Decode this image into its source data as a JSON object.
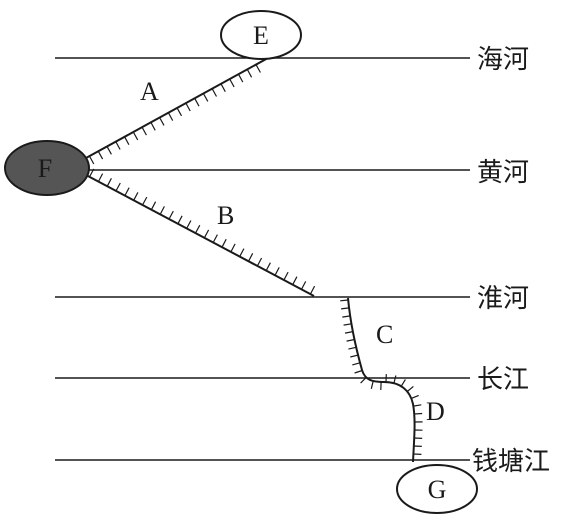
{
  "rivers": [
    "海河",
    "黄河",
    "淮河",
    "长江",
    "钱塘江"
  ],
  "nodes": {
    "E": {
      "label": "E",
      "fill": "#ffffff"
    },
    "F": {
      "label": "F",
      "fill": "#555555"
    },
    "G": {
      "label": "G",
      "fill": "#ffffff"
    }
  },
  "segments": {
    "A": "A",
    "B": "B",
    "C": "C",
    "D": "D"
  }
}
